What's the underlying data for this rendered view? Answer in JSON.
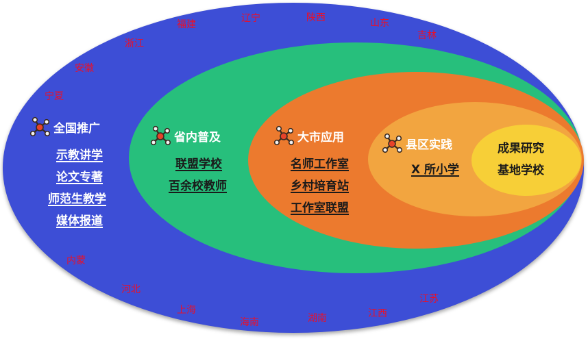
{
  "provinces": [
    "福建",
    "辽宁",
    "陕西",
    "山东",
    "吉林",
    "浙江",
    "安徽",
    "宁夏",
    "内蒙",
    "河北",
    "上海",
    "海南",
    "湖南",
    "江西",
    "江苏"
  ],
  "levels": {
    "national": {
      "title": "全国推广",
      "items": [
        "示教讲学",
        "论文专著",
        "师范生教学",
        "媒体报道"
      ]
    },
    "province": {
      "title": "省内普及",
      "items": [
        "联盟学校",
        "百余校教师"
      ]
    },
    "city": {
      "title": "大市应用",
      "items": [
        "名师工作室",
        "乡村培育站",
        "工作室联盟"
      ]
    },
    "county": {
      "title": "县区实践",
      "items": [
        "X 所小学"
      ]
    },
    "core": {
      "items": [
        "成果研究",
        "基地学校"
      ]
    }
  },
  "colors": {
    "national": "#3d4ed6",
    "province": "#27bf7c",
    "city": "#ec7a2e",
    "county": "#f2a540",
    "core": "#f7cf37",
    "province_text": "#e8102a"
  },
  "icon": "molecule-network-icon"
}
